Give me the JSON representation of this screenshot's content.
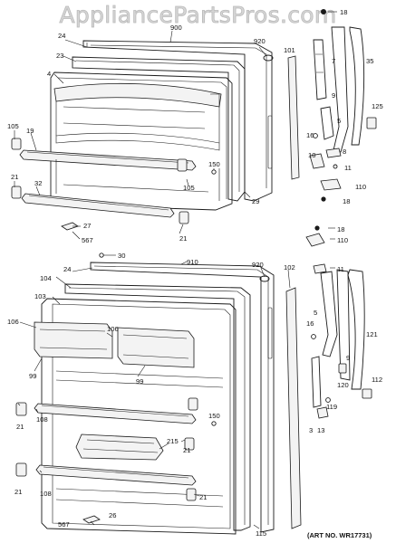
{
  "watermark": "AppliancePartsPros.com",
  "art_number": "(ART NO. WR17731)",
  "labels": {
    "l18a": "18",
    "l900": "900",
    "l24a": "24",
    "l920a": "920",
    "l23": "23",
    "l101": "101",
    "l7": "7",
    "l35": "35",
    "l4": "4",
    "l9a": "9",
    "l125": "125",
    "l5a": "5",
    "l105a": "105",
    "l19": "19",
    "l16a": "16",
    "l8": "8",
    "l10": "10",
    "l11a": "11",
    "l150a": "150",
    "l21a": "21",
    "l105b": "105",
    "l32": "32",
    "l29": "29",
    "l110a": "110",
    "l18b": "18",
    "l27": "27",
    "l567a": "567",
    "l21b": "21",
    "l18c": "18",
    "l110b": "110",
    "l30": "30",
    "l910": "910",
    "l920b": "920",
    "l102": "102",
    "l11b": "11",
    "l24b": "24",
    "l104": "104",
    "l103": "103",
    "l106a": "106",
    "l106b": "106",
    "l99a": "99",
    "l99b": "99",
    "l16b": "16",
    "l5b": "5",
    "l121": "121",
    "l9b": "9",
    "l112": "112",
    "l120": "120",
    "l150b": "150",
    "l108a": "108",
    "l21c": "21",
    "l215": "215",
    "l21d": "21",
    "l3": "3",
    "l13": "13",
    "l119": "119",
    "l21e": "21",
    "l108b": "108",
    "l21f": "21",
    "l26": "26",
    "l567b": "567",
    "l115": "115"
  }
}
